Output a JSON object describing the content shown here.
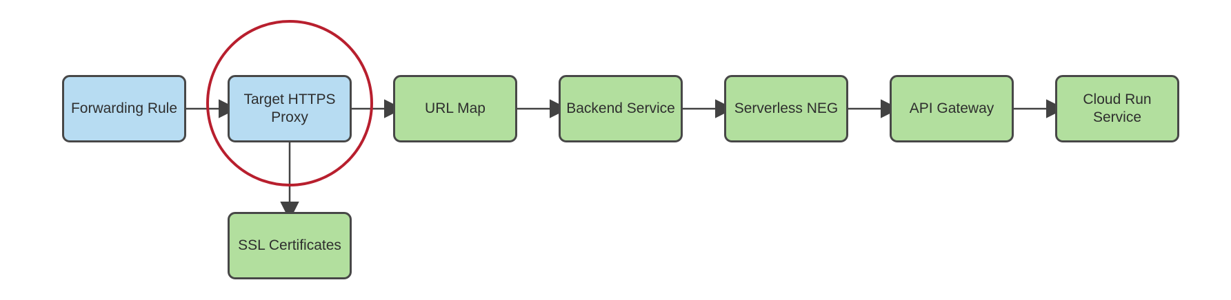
{
  "diagram": {
    "type": "flowchart",
    "description": "HTTPS load balancing flow to Cloud Run via API Gateway, with Target HTTPS Proxy circled",
    "nodes": [
      {
        "id": "forwarding-rule",
        "label": "Forwarding Rule",
        "color": "blue"
      },
      {
        "id": "target-https-proxy",
        "label": "Target HTTPS\nProxy",
        "color": "blue",
        "annotated": "circled"
      },
      {
        "id": "url-map",
        "label": "URL Map",
        "color": "green"
      },
      {
        "id": "backend-service",
        "label": "Backend Service",
        "color": "green"
      },
      {
        "id": "serverless-neg",
        "label": "Serverless NEG",
        "color": "green"
      },
      {
        "id": "api-gateway",
        "label": "API Gateway",
        "color": "green"
      },
      {
        "id": "cloud-run-service",
        "label": "Cloud Run\nService",
        "color": "green"
      },
      {
        "id": "ssl-certificates",
        "label": "SSL Certificates",
        "color": "green"
      }
    ],
    "edges": [
      {
        "from": "forwarding-rule",
        "to": "target-https-proxy",
        "direction": "right"
      },
      {
        "from": "target-https-proxy",
        "to": "url-map",
        "direction": "right"
      },
      {
        "from": "url-map",
        "to": "backend-service",
        "direction": "right"
      },
      {
        "from": "backend-service",
        "to": "serverless-neg",
        "direction": "right"
      },
      {
        "from": "serverless-neg",
        "to": "api-gateway",
        "direction": "right"
      },
      {
        "from": "api-gateway",
        "to": "cloud-run-service",
        "direction": "right"
      },
      {
        "from": "target-https-proxy",
        "to": "ssl-certificates",
        "direction": "down"
      }
    ],
    "annotation": {
      "shape": "circle",
      "around": "target-https-proxy"
    },
    "colors": {
      "blue_fill": "#b7dcf2",
      "green_fill": "#b2df9e",
      "border_color": "#474747",
      "arrow_color": "#424242",
      "text_color": "#2e2e2e",
      "highlight_color": "#b81f2e"
    }
  }
}
